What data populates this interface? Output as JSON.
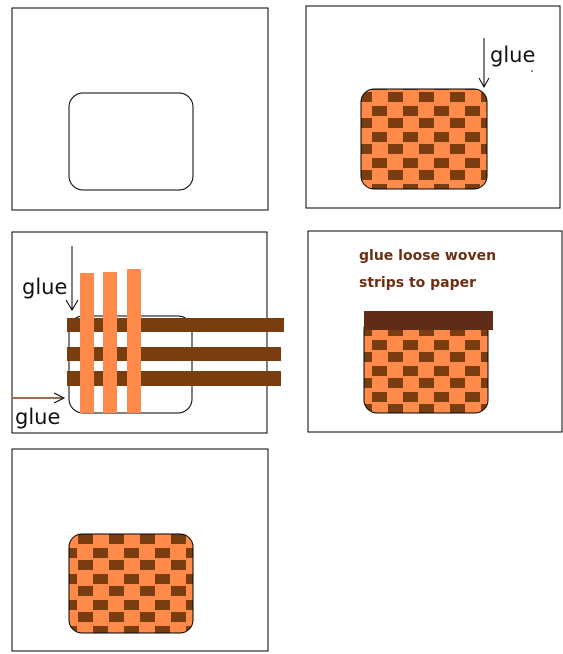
{
  "labels": {
    "glue_top_right": "glue",
    "glue_vertical": "glue",
    "glue_horizontal": "glue",
    "caption_line1": "glue loose woven",
    "caption_line2": "strips to paper"
  },
  "colors": {
    "orange": "#ff8a4a",
    "brown": "#7a3d10",
    "dark_brown": "#5e2c17",
    "caption": "#6b2f12"
  }
}
